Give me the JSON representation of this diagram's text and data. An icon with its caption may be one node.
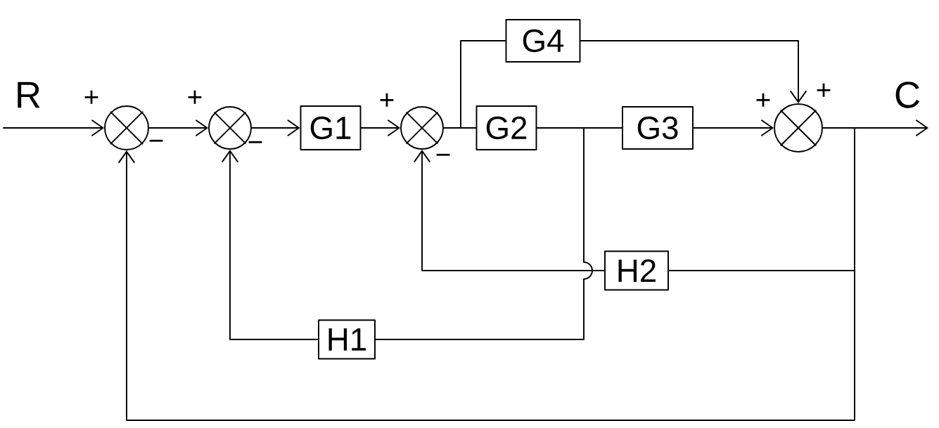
{
  "diagram": {
    "nodes": [
      {
        "text": [],
        "shape": "circle",
        "beside": [
          "+",
          "−"
        ]
      },
      {
        "text": [],
        "shape": "circle",
        "beside": [
          "+",
          "−"
        ]
      },
      {
        "text": [
          "G1"
        ]
      },
      {
        "text": [],
        "shape": "circle",
        "beside": [
          "+",
          "−"
        ]
      },
      {
        "text": [
          "G4"
        ]
      },
      {
        "text": [
          "G2"
        ]
      },
      {
        "text": [
          "G3"
        ]
      },
      {
        "text": [],
        "shape": "circle",
        "beside": [
          "+",
          "+"
        ]
      },
      {
        "text": [
          "H2"
        ]
      },
      {
        "text": [
          "H1"
        ]
      }
    ],
    "edges": [
      {
        "from": null,
        "to": 0,
        "arrow": "to",
        "label": "R"
      },
      {
        "from": 0,
        "to": 1,
        "arrow": "to"
      },
      {
        "from": 1,
        "to": 2,
        "arrow": "to"
      },
      {
        "from": 2,
        "to": 3,
        "arrow": "to"
      },
      {
        "from": 3,
        "to": 5,
        "arrow": "none"
      },
      {
        "from": 3,
        "to": 4,
        "arrow": "none"
      },
      {
        "from": 5,
        "to": 6,
        "arrow": "none"
      },
      {
        "from": 6,
        "to": 7,
        "arrow": "to"
      },
      {
        "from": 4,
        "to": 7,
        "arrow": "to"
      },
      {
        "from": 7,
        "to": null,
        "arrow": "to",
        "label": "C"
      },
      {
        "from": 7,
        "to": 0,
        "arrow": "to"
      },
      {
        "from": 7,
        "to": 8,
        "arrow": "none"
      },
      {
        "from": 8,
        "to": 3,
        "arrow": "to"
      },
      {
        "from": 5,
        "to": 9,
        "arrow": "none"
      },
      {
        "from": 9,
        "to": 1,
        "arrow": "to"
      }
    ]
  }
}
